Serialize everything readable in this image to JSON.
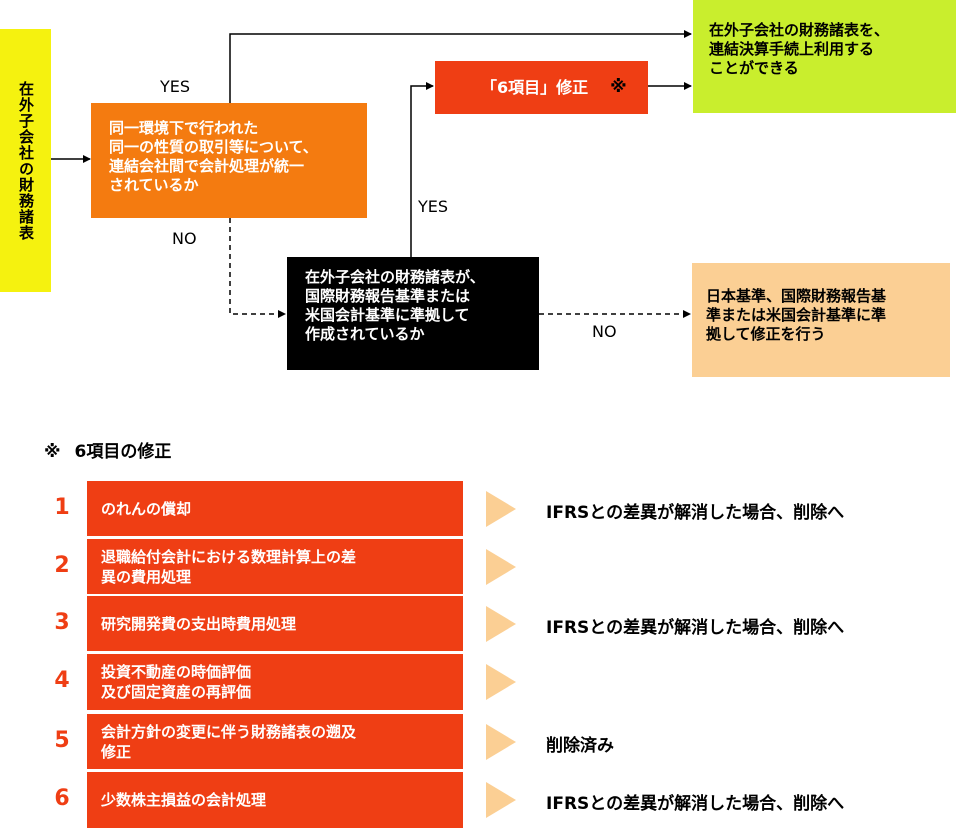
{
  "flow": {
    "start": "在外子会社の財務諸表",
    "question1": "同一環境下で行われた\n同一の性質の取引等について、\n連結会社間で会計処理が統一\nされているか",
    "question2": "在外子会社の財務諸表が、\n国際財務報告基準または\n米国会計基準に準拠して\n作成されているか",
    "fix6_label": "「6項目」修正",
    "fix6_mark": "※",
    "result": "在外子会社の財務諸表を、\n連結決算手続上利用する\nことができる",
    "jp_gaap": "日本基準、国際財務報告基\n準または米国会計基準に準\n拠して修正を行う",
    "yes1": "YES",
    "no1": "NO",
    "yes2": "YES",
    "no2": "NO"
  },
  "notes": {
    "mark": "※",
    "title": "6項目の修正",
    "items": [
      {
        "num": "1",
        "label": "のれんの償却",
        "note": "IFRSとの差異が解消した場合、削除へ"
      },
      {
        "num": "2",
        "label": "退職給付会計における数理計算上の差\n異の費用処理",
        "note": ""
      },
      {
        "num": "3",
        "label": "研究開発費の支出時費用処理",
        "note": "IFRSとの差異が解消した場合、削除へ"
      },
      {
        "num": "4",
        "label": "投資不動産の時価評価\n及び固定資産の再評価",
        "note": ""
      },
      {
        "num": "5",
        "label": "会計方針の変更に伴う財務諸表の遡及\n修正",
        "note": "削除済み"
      },
      {
        "num": "6",
        "label": "少数株主損益の会計処理",
        "note": "IFRSとの差異が解消した場合、削除へ"
      }
    ]
  },
  "colors": {
    "start": "#f5f20f",
    "question1": "#f47b10",
    "fix6": "#ef3e14",
    "result": "#c9ee2d",
    "question2": "#000000",
    "jp_gaap": "#fbcf94",
    "arrow_triangle": "#fbcf94"
  }
}
